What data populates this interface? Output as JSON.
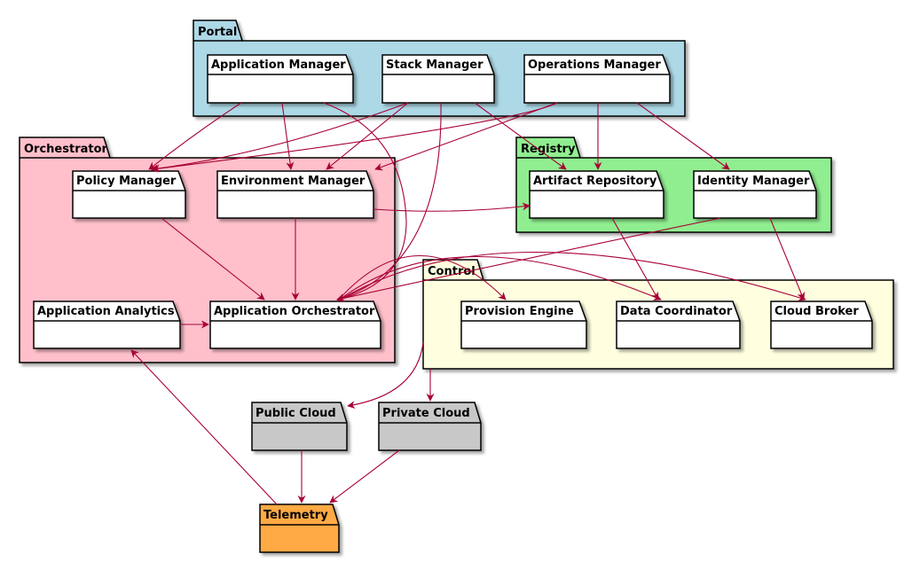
{
  "colors": {
    "portal": "#ADD8E6",
    "orchestrator": "#FFC0CB",
    "registry": "#90EE90",
    "control": "#FFFFE0",
    "cloud": "#C8C8C8",
    "telemetry": "#FFAA44",
    "edge": "#A80036",
    "node": "#FFFFFF"
  },
  "packages": {
    "portal": "Portal",
    "orchestrator": "Orchestrator",
    "registry": "Registry",
    "control": "Control",
    "public_cloud": "Public Cloud",
    "private_cloud": "Private Cloud",
    "telemetry": "Telemetry"
  },
  "nodes": {
    "application_manager": "Application Manager",
    "stack_manager": "Stack Manager",
    "operations_manager": "Operations Manager",
    "policy_manager": "Policy Manager",
    "environment_manager": "Environment Manager",
    "application_analytics": "Application Analytics",
    "application_orchestrator": "Application Orchestrator",
    "artifact_repository": "Artifact Repository",
    "identity_manager": "Identity Manager",
    "provision_engine": "Provision Engine",
    "data_coordinator": "Data Coordinator",
    "cloud_broker": "Cloud Broker"
  }
}
